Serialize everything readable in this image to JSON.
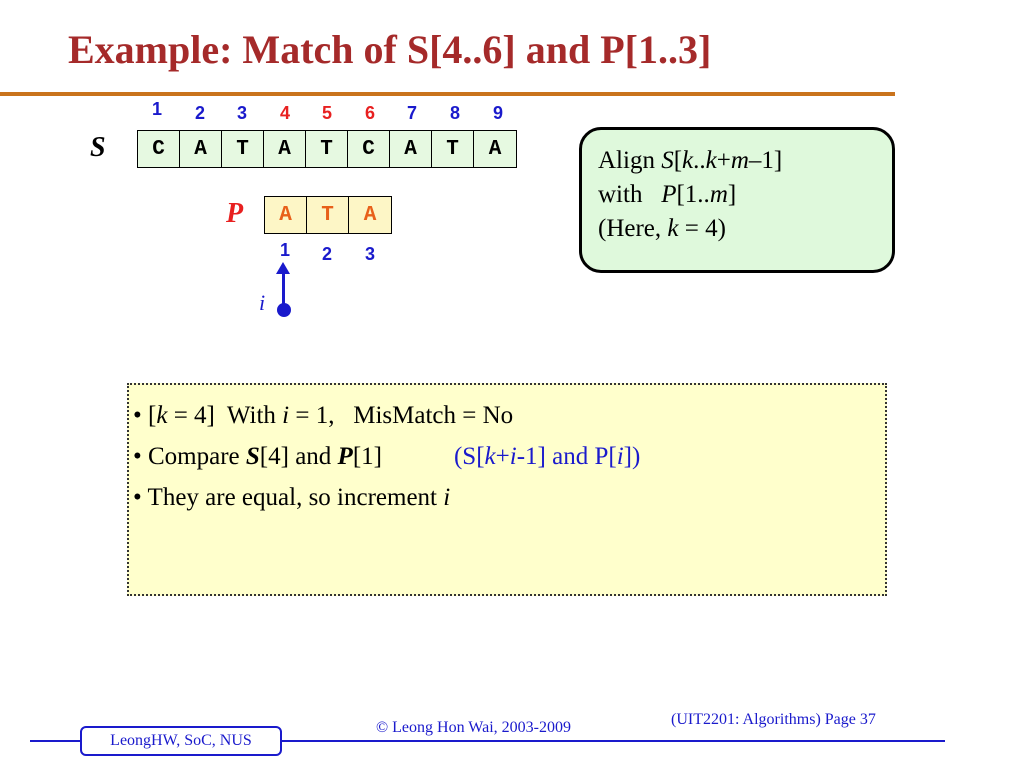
{
  "slide": {
    "title": "Example: Match of S[4..6] and P[1..3]"
  },
  "string_s": {
    "label": "S",
    "indices": [
      {
        "num": "1",
        "highlight": false
      },
      {
        "num": "2",
        "highlight": false
      },
      {
        "num": "3",
        "highlight": false
      },
      {
        "num": "4",
        "highlight": true
      },
      {
        "num": "5",
        "highlight": true
      },
      {
        "num": "6",
        "highlight": true
      },
      {
        "num": "7",
        "highlight": false
      },
      {
        "num": "8",
        "highlight": false
      },
      {
        "num": "9",
        "highlight": false
      }
    ],
    "chars": [
      "C",
      "A",
      "T",
      "A",
      "T",
      "C",
      "A",
      "T",
      "A"
    ]
  },
  "pattern_p": {
    "label": "P",
    "chars": [
      "A",
      "T",
      "A"
    ],
    "indices": [
      "1",
      "2",
      "3"
    ]
  },
  "pointer": {
    "label": "i"
  },
  "align_box": {
    "line1": {
      "a": "Align ",
      "b": "S",
      "c": "[",
      "d": "k",
      "e": "..",
      "f": "k",
      "g": "+",
      "h": "m",
      "i": "–1]"
    },
    "line2": {
      "a": "with   ",
      "b": "P",
      "c": "[1..",
      "d": "m",
      "e": "]"
    },
    "line3": {
      "a": "(Here, ",
      "b": "k",
      "c": " = 4)"
    }
  },
  "info_box": {
    "line1": {
      "a": "• [",
      "b": "k",
      "c": " = 4]  With ",
      "d": "i",
      "e": " = 1,   MisMatch = No"
    },
    "line2": {
      "a": "• Compare ",
      "b": "S",
      "c": "[4] and ",
      "d": "P",
      "e": "[1]",
      "f": "(S[",
      "g": "k",
      "h": "+",
      "i": "i",
      "j": "-1] and P[",
      "k": "i",
      "l": "])"
    },
    "line3": {
      "a": "• They are equal, so increment ",
      "b": "i"
    }
  },
  "footer": {
    "author": "LeongHW, SoC, NUS",
    "copyright": "© Leong Hon Wai, 2003-2009",
    "page": "(UIT2201: Algorithms) Page 37"
  },
  "colors": {
    "title": "#a52a2a",
    "rule": "#c9731c",
    "index_blue": "#1a1acc",
    "index_red": "#e82020",
    "s_cell_bg": "#e6f9e1",
    "p_cell_bg": "#fdf6c6",
    "p_char": "#e8601a",
    "align_bg": "#dff9dc",
    "info_bg": "#ffffcc"
  }
}
